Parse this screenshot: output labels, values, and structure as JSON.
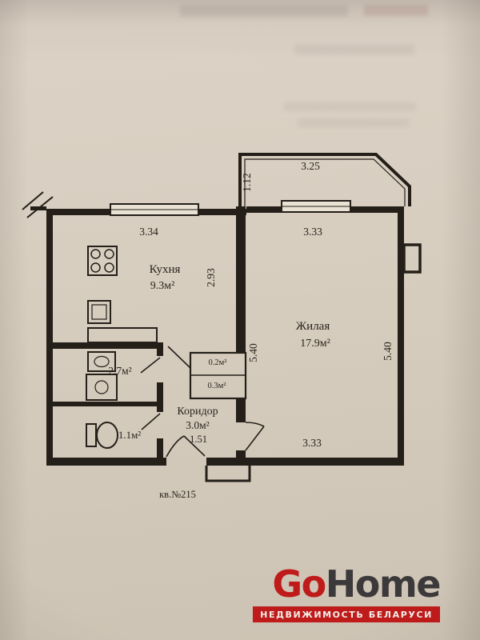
{
  "paper": {
    "background": "#d7cdbf"
  },
  "plan": {
    "rooms": {
      "kitchen_name": "Кухня",
      "kitchen_area": "9.3м²",
      "living_name": "Жилая",
      "living_area": "17.9м²",
      "corridor_name": "Коридор",
      "corridor_area": "3.0м²",
      "corridor_width": "1.51",
      "bath_area": "2.7м²",
      "wc_area": "1.1м²",
      "closet_a_area": "0.2м²",
      "closet_b_area": "0.3м²"
    },
    "dimensions": {
      "balcony_width": "3.25",
      "balcony_depth": "1.12",
      "kitchen_window": "3.34",
      "living_window": "3.33",
      "kitchen_depth": "2.93",
      "living_height_left": "5.40",
      "living_height_right": "5.40",
      "living_width_bottom": "3.33"
    },
    "apartment_number": "кв.№215"
  },
  "logo": {
    "brand_go": "Go",
    "brand_home": "Home",
    "tagline": "НЕДВИЖИМОСТЬ БЕЛАРУСИ",
    "accent_color": "#bf1b1b"
  }
}
